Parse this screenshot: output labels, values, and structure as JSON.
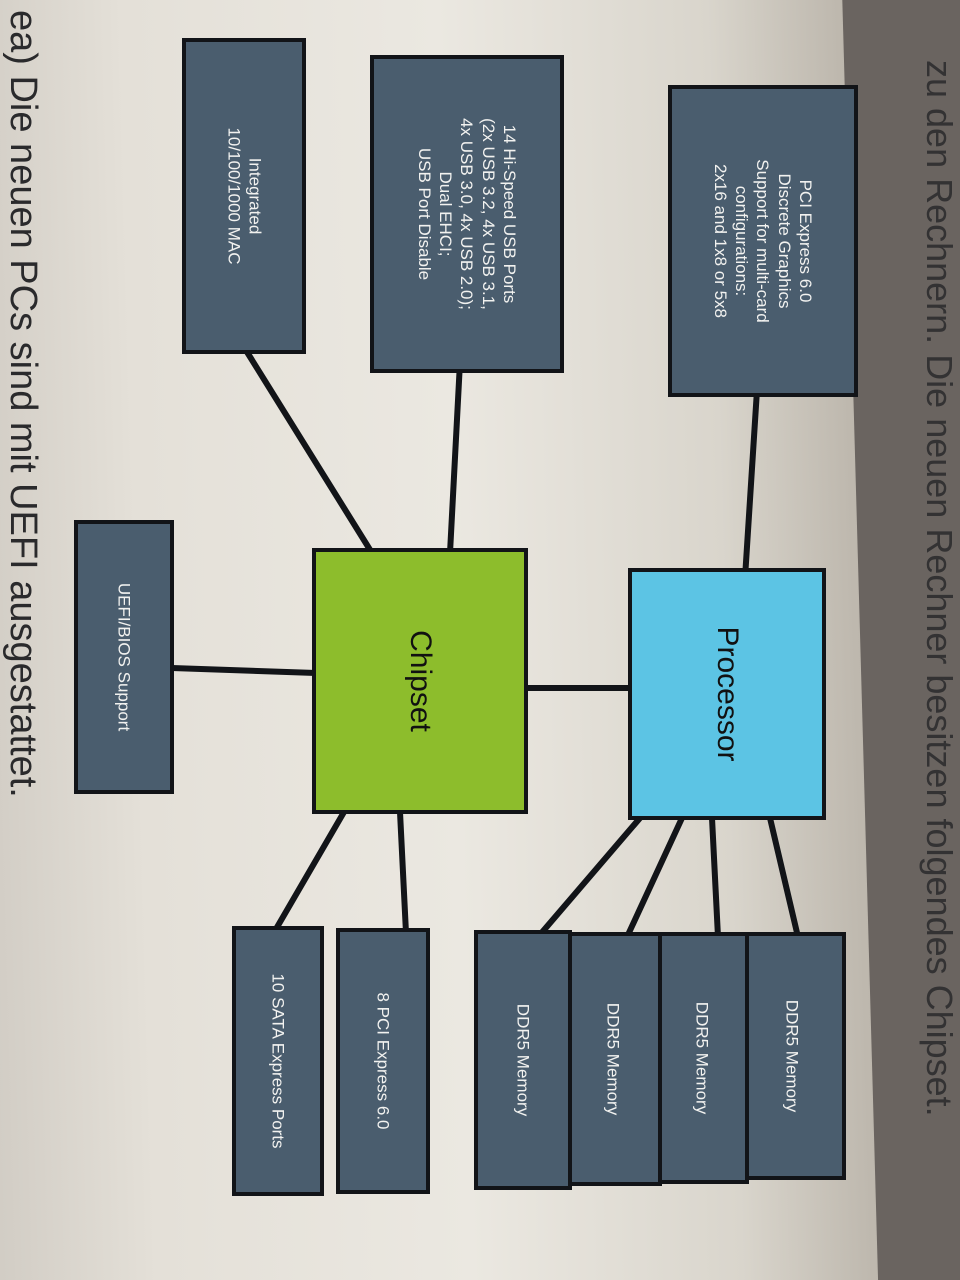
{
  "page": {
    "top_text": "zu den Rechnern. Die neuen Rechner besitzen folgendes Chipset.",
    "bottom_text": "ea) Die neuen PCs sind mit UEFI ausgestattet."
  },
  "colors": {
    "processor": "#5cc4e4",
    "chipset": "#8dbd2c",
    "peripheral": "#4a5d6e",
    "connector": "#121418"
  },
  "diagram": {
    "processor": "Processor",
    "chipset": "Chipset",
    "pcie_graphics": "PCI Express 6.0\nDiscrete Graphics\nSupport for multi-card\nconfigurations:\n2x16 and 1x8 or 5x8",
    "usb": "14 Hi-Speed USB Ports\n(2x USB 3.2, 4x USB 3.1,\n4x USB 3.0, 4x USB 2.0);\nDual EHCI;\nUSB Port Disable",
    "mac": "Integrated\n10/100/1000 MAC",
    "uefi": "UEFI/BIOS Support",
    "memory": [
      "DDR5 Memory",
      "DDR5 Memory",
      "DDR5 Memory",
      "DDR5 Memory"
    ],
    "pcie_lanes": "8 PCI Express 6.0",
    "sata": "10 SATA Express Ports"
  }
}
